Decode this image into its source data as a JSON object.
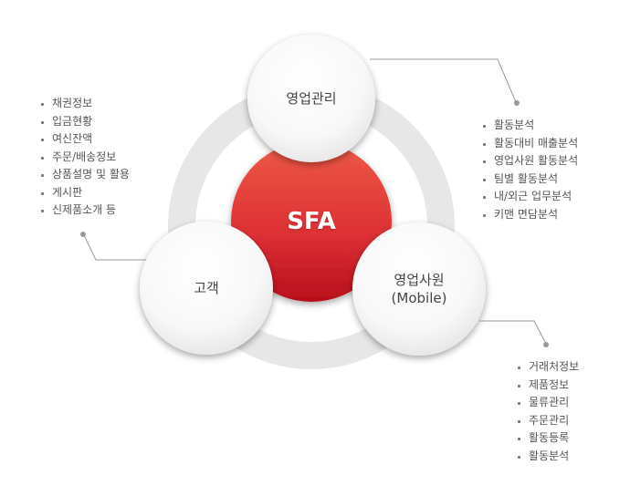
{
  "center": {
    "label": "SFA"
  },
  "nodes": {
    "sales_management": {
      "label": "영업관리"
    },
    "customer": {
      "label": "고객"
    },
    "sales_rep": {
      "line1": "영업사원",
      "line2": "(Mobile)"
    }
  },
  "lists": {
    "customer": [
      "채권정보",
      "입금현황",
      "여신잔액",
      "주문/배송정보",
      "상품설명 및 활용",
      "게시판",
      "신제품소개 등"
    ],
    "sales_management": [
      "활동분석",
      "활동대비 매출분석",
      "영업사원 활동분석",
      "팀별 활동분석",
      "내/외근 업무분석",
      "키맨 면담분석"
    ],
    "sales_rep": [
      "거래처정보",
      "제품정보",
      "물류관리",
      "주문관리",
      "활동등록",
      "활동분석"
    ]
  },
  "colors": {
    "ring": "#e6e6e6",
    "center_top": "#ee5a47",
    "center_bottom": "#b70f1c",
    "node_fill": "#f7f7f7",
    "connector": "#9a9a9a"
  }
}
